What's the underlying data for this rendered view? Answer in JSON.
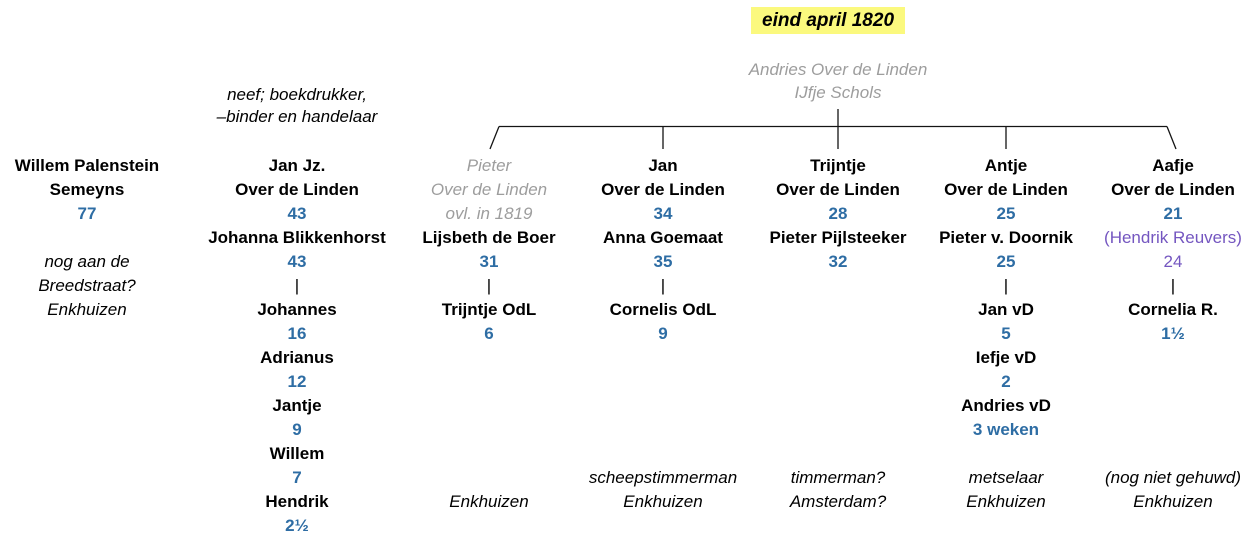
{
  "title": {
    "text": "eind april 1820"
  },
  "parents": {
    "line1": "Andries Over de Linden",
    "line2": "IJfje Schols"
  },
  "cousin_note": {
    "line1": "neef; boekdrukker,",
    "line2": "–binder en handelaar"
  },
  "colors": {
    "blue": "#2e6da4",
    "purple": "#7456c0",
    "gray": "#9d9d9d",
    "highlight": "#fbf97e",
    "line": "#141414"
  },
  "columns": [
    {
      "id": "willem-palenstein-semeyns",
      "rows": [
        {
          "t": "Willem Palenstein",
          "s": "name"
        },
        {
          "t": "Semeyns",
          "s": "name"
        },
        {
          "t": "77",
          "s": "age"
        },
        {
          "t": "",
          "s": "blank"
        },
        {
          "t": "nog aan de",
          "s": "note"
        },
        {
          "t": "Breedstraat?",
          "s": "note"
        },
        {
          "t": "Enkhuizen",
          "s": "note"
        }
      ]
    },
    {
      "id": "jan-jz-over-de-linden",
      "rows": [
        {
          "t": "Jan Jz.",
          "s": "name"
        },
        {
          "t": "Over de Linden",
          "s": "name"
        },
        {
          "t": "43",
          "s": "age"
        },
        {
          "t": "Johanna Blikkenhorst",
          "s": "name"
        },
        {
          "t": "43",
          "s": "age"
        },
        {
          "t": "|",
          "s": "pipe"
        },
        {
          "t": "Johannes",
          "s": "name"
        },
        {
          "t": "16",
          "s": "age"
        },
        {
          "t": "Adrianus",
          "s": "name"
        },
        {
          "t": "12",
          "s": "age"
        },
        {
          "t": "Jantje",
          "s": "name"
        },
        {
          "t": "9",
          "s": "age"
        },
        {
          "t": "Willem",
          "s": "name"
        },
        {
          "t": "7",
          "s": "age"
        },
        {
          "t": "Hendrik",
          "s": "name"
        },
        {
          "t": "2½",
          "s": "age"
        }
      ]
    },
    {
      "id": "pieter-over-de-linden",
      "rows": [
        {
          "t": "Pieter",
          "s": "gray"
        },
        {
          "t": "Over de Linden",
          "s": "gray"
        },
        {
          "t": "ovl. in 1819",
          "s": "gray"
        },
        {
          "t": "Lijsbeth de Boer",
          "s": "name"
        },
        {
          "t": "31",
          "s": "age"
        },
        {
          "t": "|",
          "s": "pipe"
        },
        {
          "t": "Trijntje OdL",
          "s": "name"
        },
        {
          "t": "6",
          "s": "age"
        },
        {
          "t": "",
          "s": "blank"
        },
        {
          "t": "",
          "s": "blank"
        },
        {
          "t": "",
          "s": "blank"
        },
        {
          "t": "",
          "s": "blank"
        },
        {
          "t": "",
          "s": "blank"
        },
        {
          "t": "",
          "s": "blank"
        },
        {
          "t": "Enkhuizen",
          "s": "note"
        }
      ]
    },
    {
      "id": "jan-over-de-linden",
      "rows": [
        {
          "t": "Jan",
          "s": "name"
        },
        {
          "t": "Over de Linden",
          "s": "name"
        },
        {
          "t": "34",
          "s": "age"
        },
        {
          "t": "Anna Goemaat",
          "s": "name"
        },
        {
          "t": "35",
          "s": "age"
        },
        {
          "t": "|",
          "s": "pipe"
        },
        {
          "t": "Cornelis OdL",
          "s": "name"
        },
        {
          "t": "9",
          "s": "age"
        },
        {
          "t": "",
          "s": "blank"
        },
        {
          "t": "",
          "s": "blank"
        },
        {
          "t": "",
          "s": "blank"
        },
        {
          "t": "",
          "s": "blank"
        },
        {
          "t": "",
          "s": "blank"
        },
        {
          "t": "scheepstimmerman",
          "s": "note"
        },
        {
          "t": "Enkhuizen",
          "s": "note"
        }
      ]
    },
    {
      "id": "trijntje-over-de-linden",
      "rows": [
        {
          "t": "Trijntje",
          "s": "name"
        },
        {
          "t": "Over de Linden",
          "s": "name"
        },
        {
          "t": "28",
          "s": "age"
        },
        {
          "t": "Pieter Pijlsteeker",
          "s": "name"
        },
        {
          "t": "32",
          "s": "age"
        },
        {
          "t": "",
          "s": "blank"
        },
        {
          "t": "",
          "s": "blank"
        },
        {
          "t": "",
          "s": "blank"
        },
        {
          "t": "",
          "s": "blank"
        },
        {
          "t": "",
          "s": "blank"
        },
        {
          "t": "",
          "s": "blank"
        },
        {
          "t": "",
          "s": "blank"
        },
        {
          "t": "",
          "s": "blank"
        },
        {
          "t": "timmerman?",
          "s": "note"
        },
        {
          "t": "Amsterdam?",
          "s": "note"
        }
      ]
    },
    {
      "id": "antje-over-de-linden",
      "rows": [
        {
          "t": "Antje",
          "s": "name"
        },
        {
          "t": "Over de Linden",
          "s": "name"
        },
        {
          "t": "25",
          "s": "age"
        },
        {
          "t": "Pieter v. Doornik",
          "s": "name"
        },
        {
          "t": "25",
          "s": "age"
        },
        {
          "t": "|",
          "s": "pipe"
        },
        {
          "t": "Jan vD",
          "s": "name"
        },
        {
          "t": "5",
          "s": "age"
        },
        {
          "t": "Iefje vD",
          "s": "name"
        },
        {
          "t": "2",
          "s": "age"
        },
        {
          "t": "Andries vD",
          "s": "name"
        },
        {
          "t": "3 weken",
          "s": "age"
        },
        {
          "t": "",
          "s": "blank"
        },
        {
          "t": "metselaar",
          "s": "note"
        },
        {
          "t": "Enkhuizen",
          "s": "note"
        }
      ]
    },
    {
      "id": "aafje-over-de-linden",
      "rows": [
        {
          "t": "Aafje",
          "s": "name"
        },
        {
          "t": "Over de Linden",
          "s": "name"
        },
        {
          "t": "21",
          "s": "age"
        },
        {
          "t": "(Hendrik Reuvers)",
          "s": "purple"
        },
        {
          "t": "24",
          "s": "purple"
        },
        {
          "t": "|",
          "s": "pipe"
        },
        {
          "t": "Cornelia R.",
          "s": "name"
        },
        {
          "t": "1½",
          "s": "age"
        },
        {
          "t": "",
          "s": "blank"
        },
        {
          "t": "",
          "s": "blank"
        },
        {
          "t": "",
          "s": "blank"
        },
        {
          "t": "",
          "s": "blank"
        },
        {
          "t": "",
          "s": "blank"
        },
        {
          "t": "(nog niet gehuwd)",
          "s": "note"
        },
        {
          "t": "Enkhuizen",
          "s": "note"
        }
      ]
    }
  ]
}
